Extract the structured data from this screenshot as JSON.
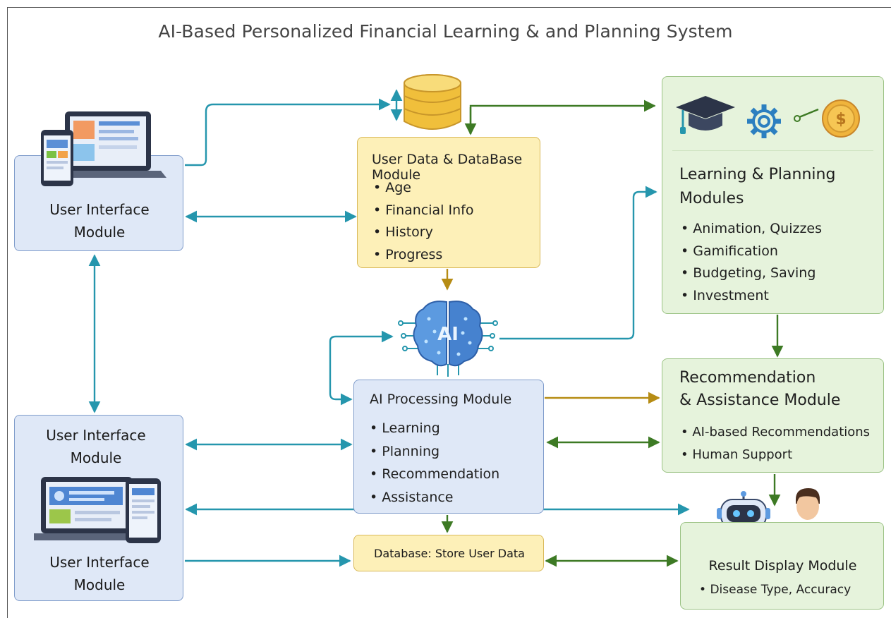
{
  "title": "AI-Based Personalized Financial Learning & and Planning System",
  "ui_top": {
    "line1": "User Interface",
    "line2": "Module"
  },
  "ui_bottom": {
    "upper_line1": "User Interface",
    "upper_line2": "Module",
    "lower_line1": "User Interface",
    "lower_line2": "Module"
  },
  "user_data": {
    "title": "User Data & DataBase Module",
    "items": [
      "Age",
      "Financial Info",
      "History",
      "Progress"
    ]
  },
  "learning": {
    "title_line1": "Learning & Planning",
    "title_line2": "Modules",
    "items": [
      "Animation, Quizzes",
      "Gamification",
      "Budgeting, Saving",
      "Investment"
    ]
  },
  "ai_processing": {
    "title": "AI Processing Module",
    "items": [
      "Learning",
      "Planning",
      "Recommendation",
      "Assistance"
    ]
  },
  "ai_brain": {
    "label": "AI"
  },
  "recommendation": {
    "title_line1": "Recommendation",
    "title_line2": "& Assistance Module",
    "items": [
      "AI-based Recommendations",
      "Human Support"
    ]
  },
  "database_store": {
    "label": "Database: Store User Data"
  },
  "result": {
    "title": "Result Display Module",
    "items": [
      "Disease Type, Accuracy"
    ]
  },
  "icons": {
    "database": "database-cylinder-icon",
    "graduation": "graduation-cap-icon",
    "gear": "gear-icon",
    "coin": "dollar-coin-icon",
    "brain": "ai-brain-icon",
    "robot": "robot-icon",
    "person": "human-agent-icon",
    "devices": "laptop-phone-icon"
  },
  "colors": {
    "teal": "#2596ad",
    "green_arrow": "#3d7a24",
    "gold_arrow": "#b68c14"
  }
}
